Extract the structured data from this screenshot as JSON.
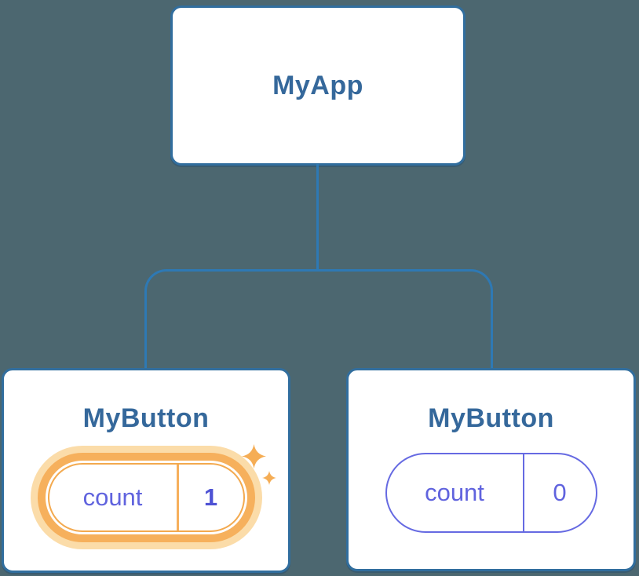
{
  "diagram": {
    "type": "component-tree",
    "root": {
      "label": "MyApp"
    },
    "left_child": {
      "label": "MyButton",
      "state_key": "count",
      "state_value": "1",
      "highlighted": true
    },
    "right_child": {
      "label": "MyButton",
      "state_key": "count",
      "state_value": "0",
      "highlighted": false
    }
  },
  "icons": {
    "sparkle_large": "sparkle-icon",
    "sparkle_small": "sparkle-icon"
  },
  "colors": {
    "background": "#4C6770",
    "connector": "#2E79B4",
    "card_border": "#316E9E",
    "card_fill": "#FFFFFF",
    "title_text": "#35689B",
    "state_text": "#6063DE",
    "state_value_bold": "#4E52D4",
    "highlight_orange": "#F6B05C",
    "highlight_halo": "#FBDCA9",
    "sparkle": "#F5AD55"
  }
}
